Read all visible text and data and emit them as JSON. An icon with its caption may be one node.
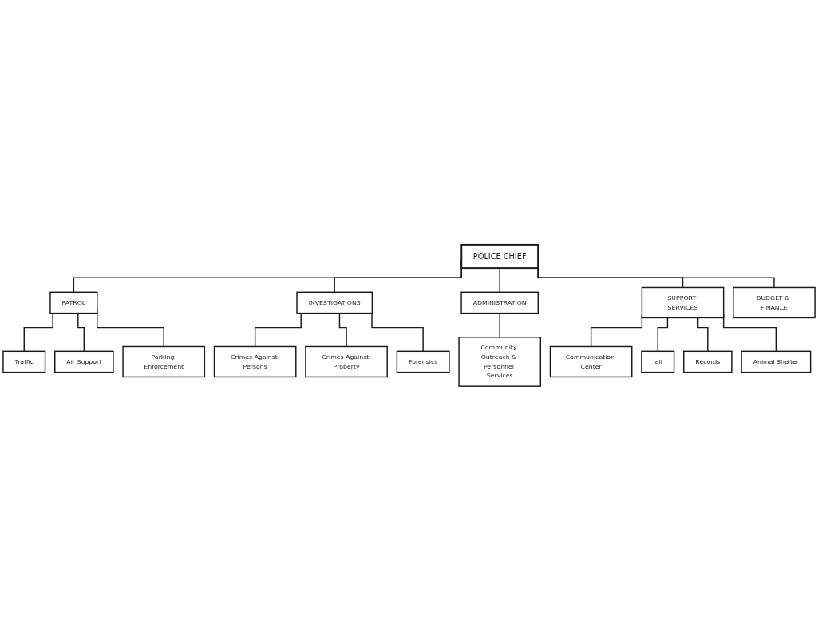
{
  "diagram": {
    "nodes": [
      {
        "text": [
          "POLICE CHIEF"
        ]
      },
      {
        "text": [
          "PATROL"
        ]
      },
      {
        "text": [
          "INVESTIGATIONS"
        ]
      },
      {
        "text": [
          "ADMINISTRATION"
        ]
      },
      {
        "text": [
          "SUPPORT SERVICES"
        ]
      },
      {
        "text": [
          "BUDGET & FINANCE"
        ]
      },
      {
        "text": [
          "Traffic"
        ]
      },
      {
        "text": [
          "Air Support"
        ]
      },
      {
        "text": [
          "Parking Enforcement"
        ]
      },
      {
        "text": [
          "Crimes Against Persons"
        ]
      },
      {
        "text": [
          "Crimes Against Property"
        ]
      },
      {
        "text": [
          "Forensics"
        ]
      },
      {
        "text": [
          "Community Outreach & Personnel Services"
        ]
      },
      {
        "text": [
          "Communication Center"
        ]
      },
      {
        "text": [
          "Jail"
        ]
      },
      {
        "text": [
          "Records"
        ]
      },
      {
        "text": [
          "Animal Shelter"
        ]
      }
    ],
    "edges": [
      {
        "from": 0,
        "to": 1,
        "arrow": "none"
      },
      {
        "from": 0,
        "to": 2,
        "arrow": "none"
      },
      {
        "from": 0,
        "to": 3,
        "arrow": "none"
      },
      {
        "from": 0,
        "to": 4,
        "arrow": "none"
      },
      {
        "from": 0,
        "to": 5,
        "arrow": "none"
      },
      {
        "from": 1,
        "to": 6,
        "arrow": "none"
      },
      {
        "from": 1,
        "to": 7,
        "arrow": "none"
      },
      {
        "from": 1,
        "to": 8,
        "arrow": "none"
      },
      {
        "from": 2,
        "to": 9,
        "arrow": "none"
      },
      {
        "from": 2,
        "to": 10,
        "arrow": "none"
      },
      {
        "from": 2,
        "to": 11,
        "arrow": "none"
      },
      {
        "from": 3,
        "to": 12,
        "arrow": "none"
      },
      {
        "from": 4,
        "to": 13,
        "arrow": "none"
      },
      {
        "from": 4,
        "to": 14,
        "arrow": "none"
      },
      {
        "from": 4,
        "to": 15,
        "arrow": "none"
      },
      {
        "from": 4,
        "to": 16,
        "arrow": "none"
      }
    ]
  }
}
